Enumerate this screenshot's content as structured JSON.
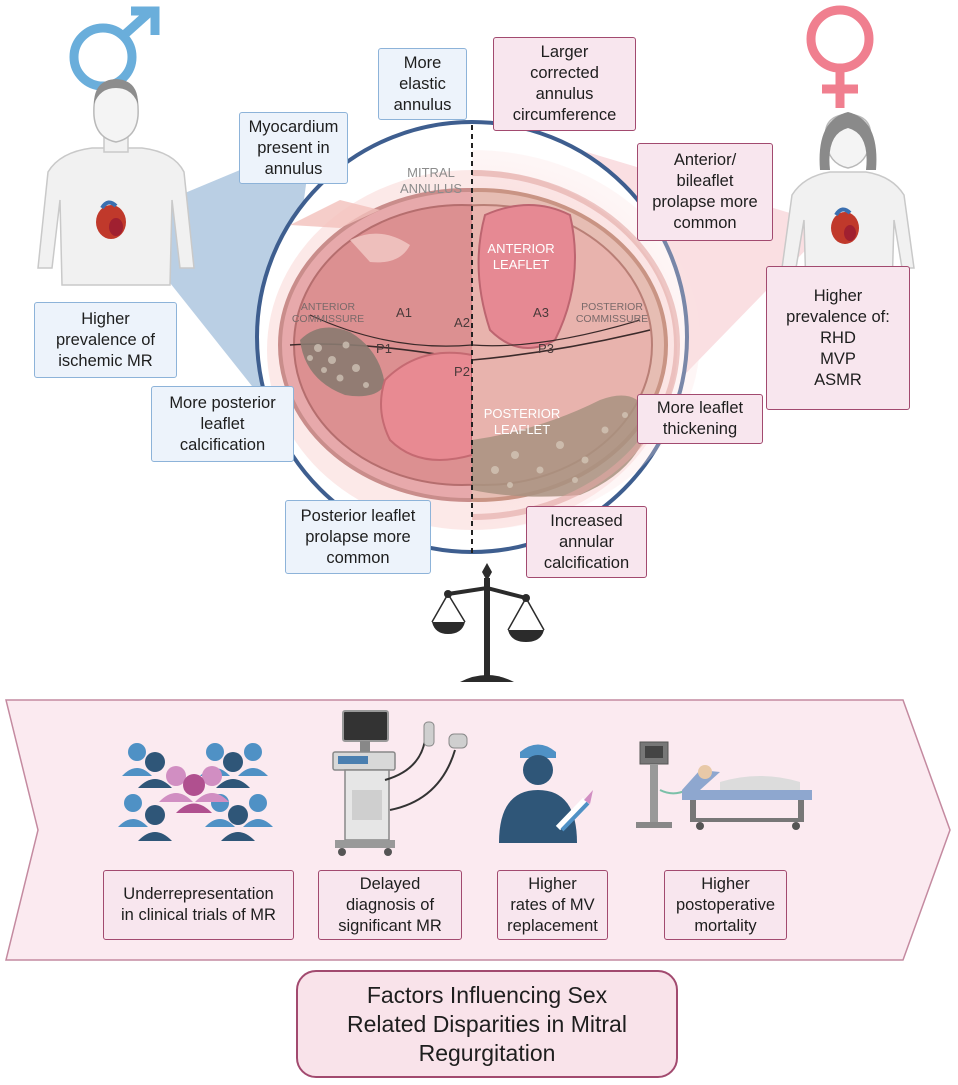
{
  "colors": {
    "male_blue": "#6aaedb",
    "female_pink": "#f07f8f",
    "male_box_border": "#8db3d9",
    "female_box_border": "#a24a6f",
    "banner_fill": "#fbeaf0"
  },
  "icons": [
    "male-symbol-icon",
    "female-symbol-icon",
    "scale-of-justice-icon",
    "people-group-icon",
    "ultrasound-machine-icon",
    "surgeon-icon",
    "hospital-bed-icon"
  ],
  "annulus": {
    "title": "MITRAL\nANNULUS",
    "anterior_leaflet": "ANTERIOR\nLEAFLET",
    "posterior_leaflet": "POSTERIOR\nLEAFLET",
    "anterior_commissure": "ANTERIOR\nCOMMISSURE",
    "posterior_commissure": "POSTERIOR\nCOMMISSURE",
    "segments": [
      "A1",
      "A2",
      "A3",
      "P1",
      "P2",
      "P3"
    ]
  },
  "male_factors": {
    "elastic": "More\nelastic\nannulus",
    "myocardium": "Myocardium\npresent in\nannulus",
    "ischemic": "Higher\nprevalence of\nischemic MR",
    "calcification": "More posterior\nleaflet\ncalcification",
    "posterior_prolapse": "Posterior leaflet\nprolapse more\ncommon"
  },
  "female_factors": {
    "circumference": "Larger\ncorrected\nannulus\ncircumference",
    "anterior_prolapse": "Anterior/\nbileaflet\nprolapse more\ncommon",
    "prevalence": "Higher\nprevalence of:\nRHD\nMVP\nASMR",
    "thickening": "More leaflet\nthickening",
    "annular_calcification": "Increased\nannular\ncalcification"
  },
  "banner_factors": {
    "trials": "Underrepresentation\nin clinical trials of MR",
    "diagnosis": "Delayed\ndiagnosis of\nsignificant MR",
    "replacement": "Higher\nrates of MV\nreplacement",
    "mortality": "Higher\npostoperative\nmortality"
  },
  "title": "Factors Influencing Sex\nRelated Disparities in Mitral\nRegurgitation"
}
